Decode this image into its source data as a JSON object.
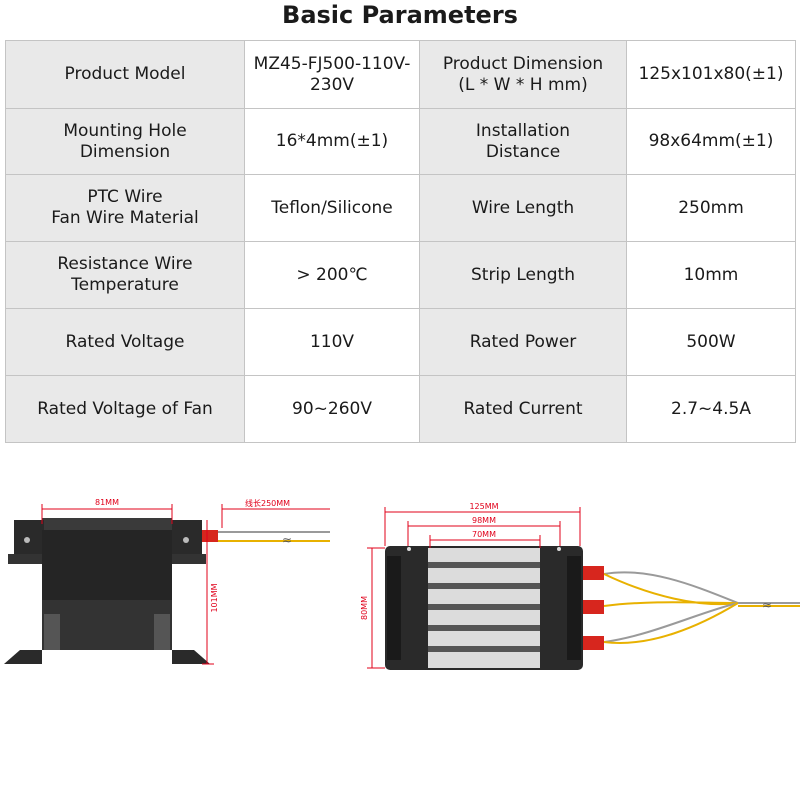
{
  "title": "Basic Parameters",
  "rows": [
    [
      "Product Model",
      "MZ45-FJ500-110V-\n230V",
      "Product Dimension\n(L * W * H mm)",
      "125x101x80(±1)"
    ],
    [
      "Mounting Hole\nDimension",
      "16*4mm(±1)",
      "Installation\nDistance",
      "98x64mm(±1)"
    ],
    [
      "PTC Wire\nFan Wire Material",
      "Teflon/Silicone",
      "Wire Length",
      "250mm"
    ],
    [
      "Resistance Wire\nTemperature",
      "> 200℃",
      "Strip Length",
      "10mm"
    ],
    [
      "Rated Voltage",
      "110V",
      "Rated Power",
      "500W"
    ],
    [
      "Rated Voltage of Fan",
      "90~260V",
      "Rated Current",
      "2.7~4.5A"
    ]
  ],
  "side_view": {
    "width_label": "81MM",
    "wire_label": "线长250MM",
    "height_label": "101MM"
  },
  "front_view": {
    "dim_125": "125MM",
    "dim_98": "98MM",
    "dim_70": "70MM",
    "dim_80": "80MM"
  },
  "colors": {
    "dimension_line": "#e0001a",
    "wire": "#e8b100",
    "connector": "#d7261e",
    "body": "#2e2e2e"
  }
}
